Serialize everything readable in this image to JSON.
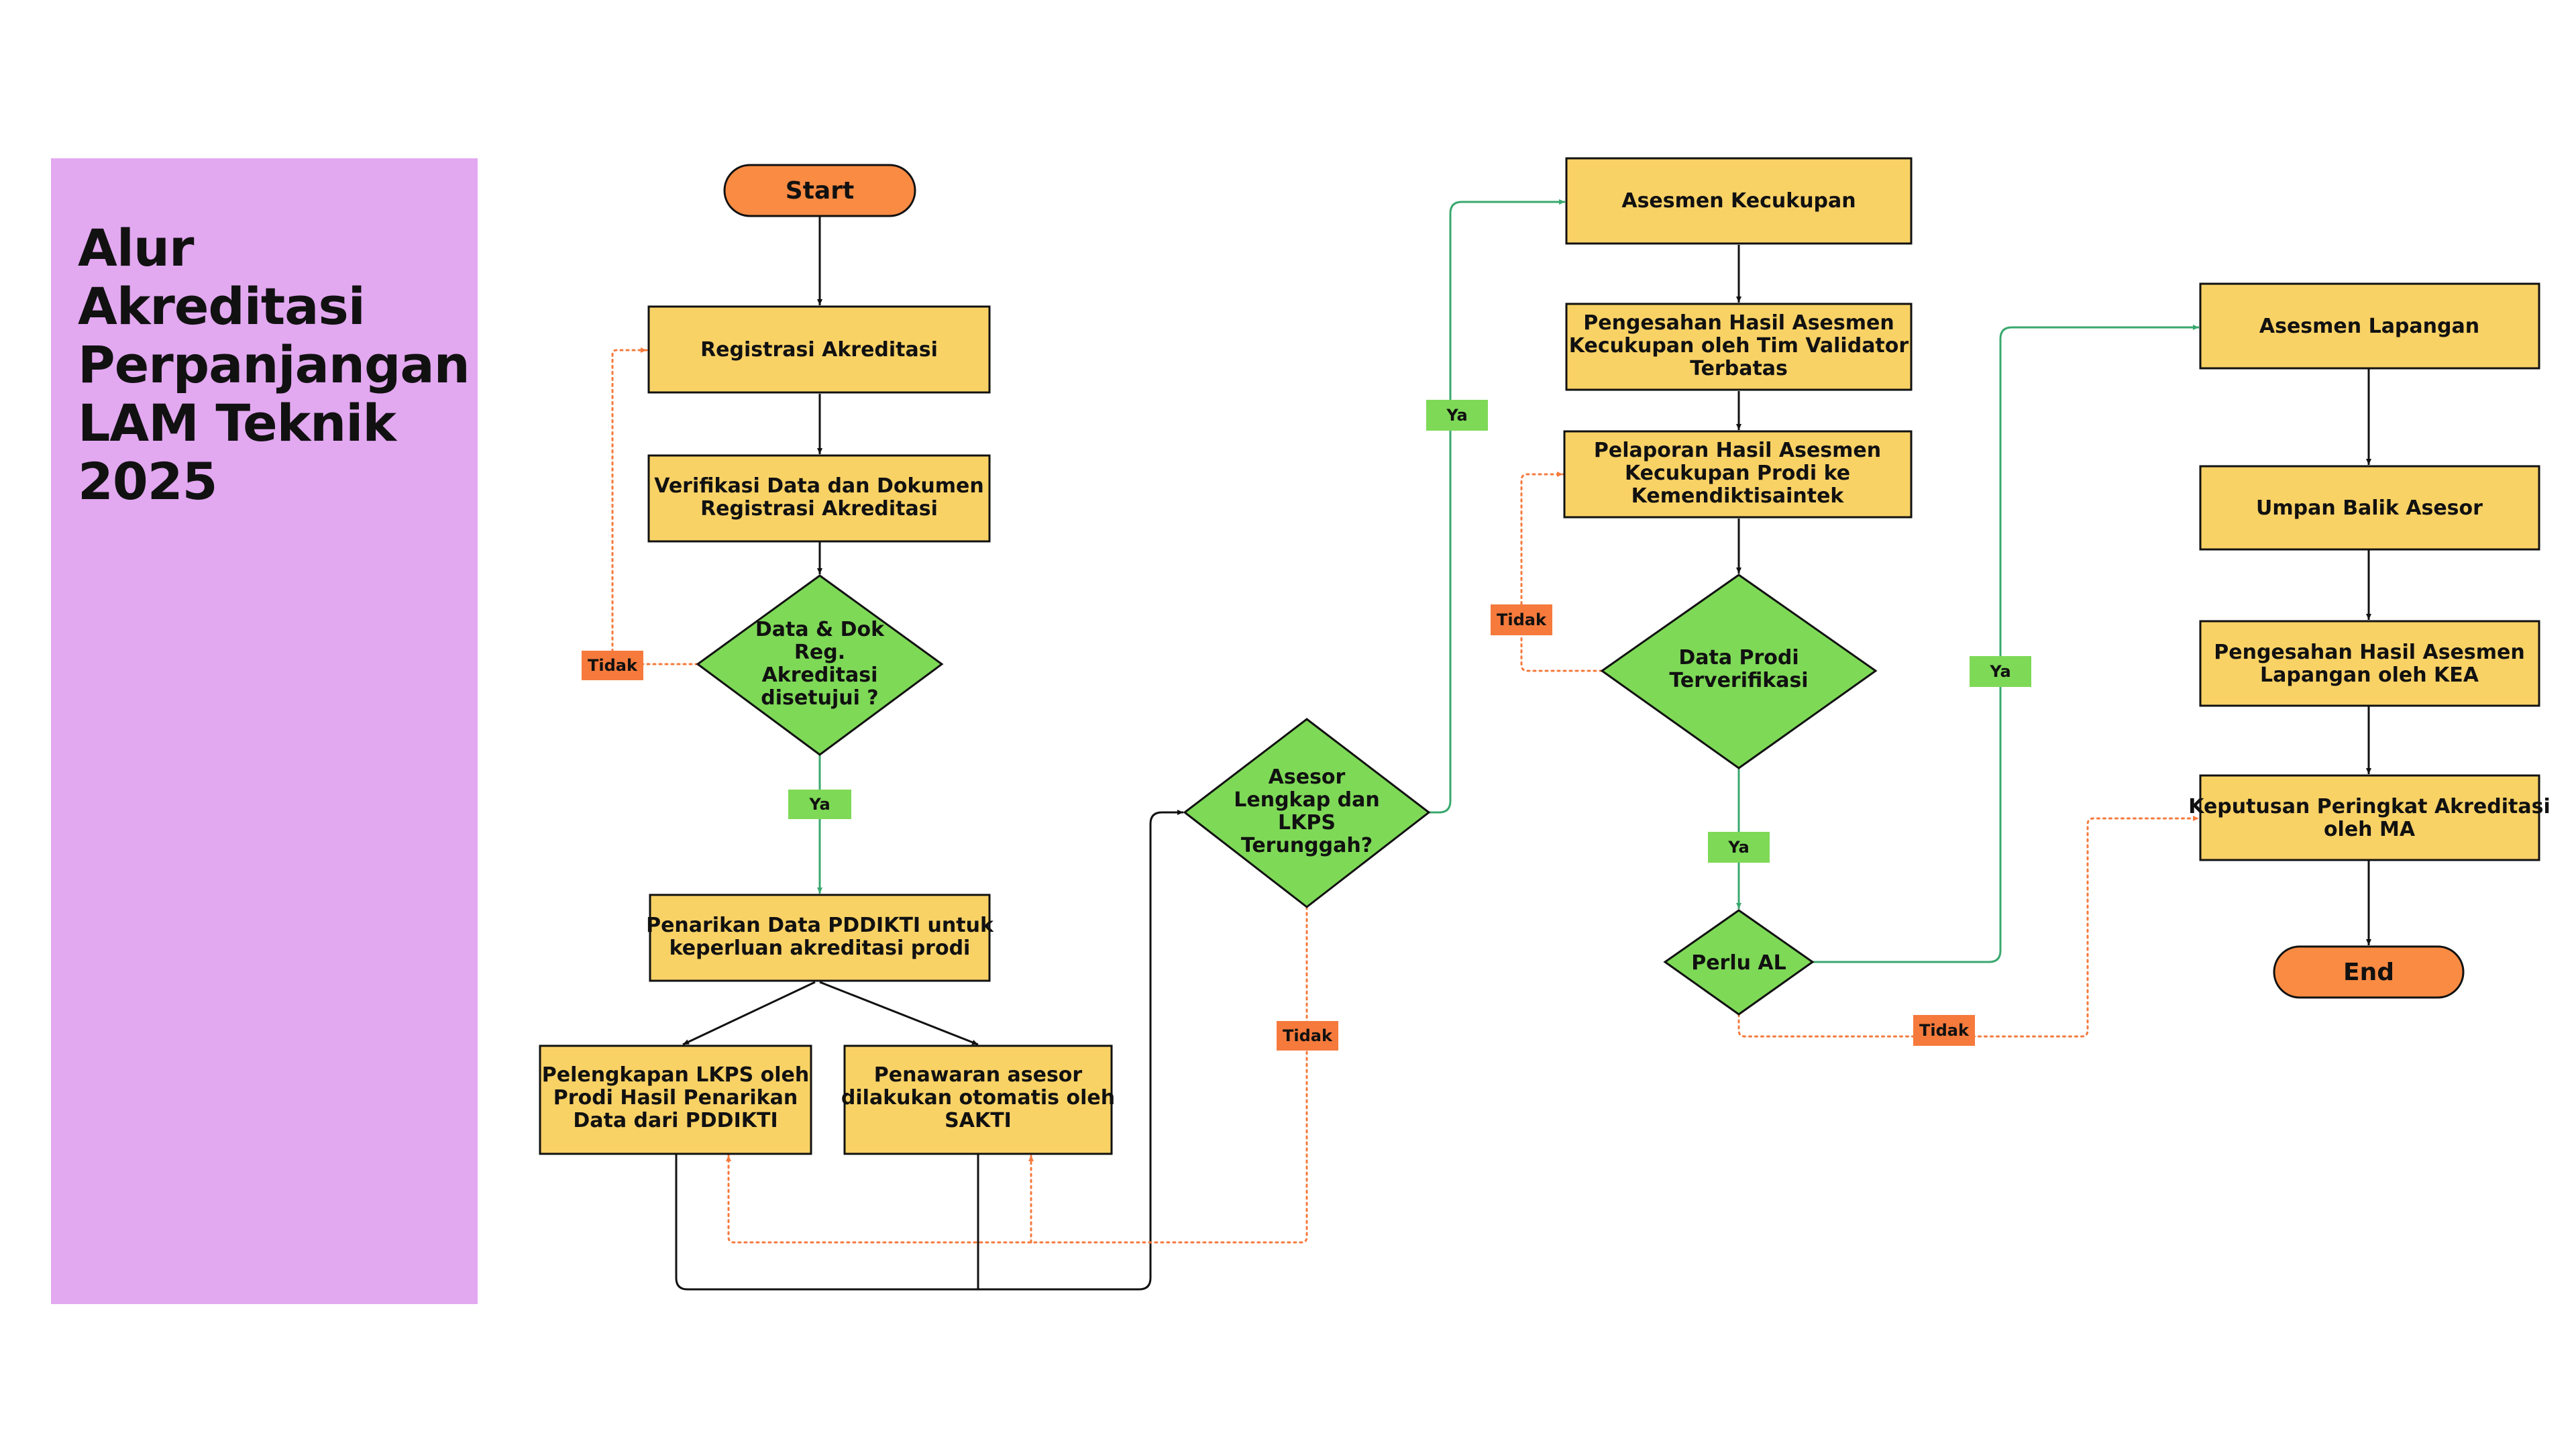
{
  "title": "Alur Akreditasi Perpanjangan LAM Teknik 2025",
  "colors": {
    "sidebar": "#e2a8f0",
    "terminal": "#f98b43",
    "process": "#f9d266",
    "decision": "#7ed957",
    "tag_yes": "#7ed957",
    "tag_no": "#f57a3c",
    "flow_yes": "#3aa86e",
    "flow_no": "#f57a3c",
    "flow_main": "#111111"
  },
  "nodes": {
    "start": [
      "Start"
    ],
    "registrasi": [
      "Registrasi Akreditasi"
    ],
    "verifikasi": [
      "Verifikasi Data dan Dokumen",
      "Registrasi Akreditasi"
    ],
    "disetujui": [
      "Data & Dok",
      "Reg.",
      "Akreditasi",
      "disetujui ?"
    ],
    "penarikan": [
      "Penarikan Data PDDIKTI untuk",
      "keperluan akreditasi prodi"
    ],
    "pelengkapan": [
      "Pelengkapan LKPS oleh",
      "Prodi Hasil Penarikan",
      "Data dari PDDIKTI"
    ],
    "penawaran": [
      "Penawaran asesor",
      "dilakukan otomatis oleh",
      "SAKTI"
    ],
    "lengkap": [
      "Asesor",
      "Lengkap dan",
      "LKPS",
      "Terunggah?"
    ],
    "asesmen_kecukupan": [
      "Asesmen Kecukupan"
    ],
    "pengesahan_ak": [
      "Pengesahan Hasil Asesmen",
      "Kecukupan oleh Tim Validator",
      "Terbatas"
    ],
    "pelaporan": [
      "Pelaporan Hasil Asesmen",
      "Kecukupan Prodi ke",
      "Kemendiktisaintek"
    ],
    "terverifikasi": [
      "Data Prodi",
      "Terverifikasi"
    ],
    "perlu_al": [
      "Perlu AL"
    ],
    "asesmen_lapangan": [
      "Asesmen Lapangan"
    ],
    "umpan_balik": [
      "Umpan Balik Asesor"
    ],
    "pengesahan_al": [
      "Pengesahan Hasil Asesmen",
      "Lapangan oleh KEA"
    ],
    "keputusan": [
      "Keputusan Peringkat Akreditasi",
      "oleh MA"
    ],
    "end": [
      "End"
    ]
  },
  "labels": {
    "ya": "Ya",
    "tidak": "Tidak"
  }
}
